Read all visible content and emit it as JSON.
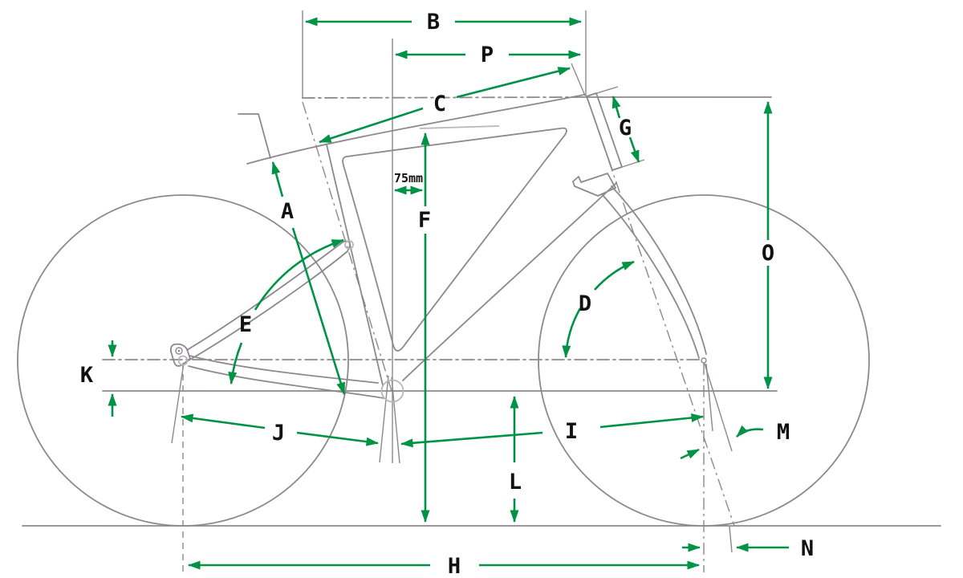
{
  "diagram": {
    "kind": "bicycle-frame-geometry",
    "colors": {
      "accent": "#009245",
      "frame_line": "#8d888e",
      "light_line": "#b9b5bb",
      "text": "#111111",
      "background": "#ffffff"
    },
    "labels": {
      "A": "A",
      "B": "B",
      "C": "C",
      "D": "D",
      "E": "E",
      "F": "F",
      "G": "G",
      "H": "H",
      "I": "I",
      "J": "J",
      "K": "K",
      "L": "L",
      "M": "M",
      "N": "N",
      "O": "O",
      "P": "P",
      "bb_offset": "75mm"
    }
  }
}
